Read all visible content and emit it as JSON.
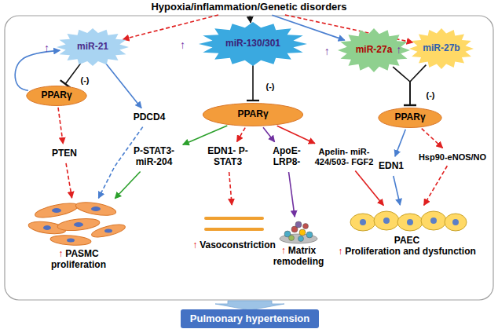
{
  "diagram": {
    "nodes": [
      {
        "text": [
          "Hypoxia/inflammation/Genetic disorders"
        ]
      },
      {
        "text": [
          "↑",
          "miR-21"
        ]
      },
      {
        "text": [
          "↑",
          "miR-130/301"
        ]
      },
      {
        "text": [
          "↑",
          "miR-27a"
        ]
      },
      {
        "text": [
          "↑",
          "miR-27b"
        ]
      },
      {
        "text": [
          "PPARγ"
        ]
      },
      {
        "text": [
          "PDCD4"
        ]
      },
      {
        "text": [
          "PPARγ"
        ]
      },
      {
        "text": [
          "PPARγ"
        ]
      },
      {
        "text": [
          "PTEN"
        ]
      },
      {
        "text": [
          "P-STAT3- miR-204"
        ]
      },
      {
        "text": [
          "EDN1- P-STAT3"
        ]
      },
      {
        "text": [
          "ApoE- LRP8-"
        ]
      },
      {
        "text": [
          "Apelin- miR-424/503- FGF2"
        ]
      },
      {
        "text": [
          "EDN1"
        ]
      },
      {
        "text": [
          "Hsp90-eNOS/NO"
        ]
      },
      {
        "text": [
          "↑",
          "PASMC proliferation"
        ]
      },
      {
        "text": [
          "↑",
          "Vasoconstriction"
        ]
      },
      {
        "text": [
          "↑",
          "Matrix remodeling"
        ]
      },
      {
        "text": [
          "PAEC",
          "↑",
          "Proliferation and dysfunction"
        ]
      },
      {
        "text": [
          "Pulmonary hypertension"
        ]
      }
    ],
    "edges": [
      {
        "from": 0,
        "to": 1,
        "arrow": "to"
      },
      {
        "from": 0,
        "to": 2,
        "arrow": "to"
      },
      {
        "from": 0,
        "to": 3,
        "arrow": "to"
      },
      {
        "from": 0,
        "to": 4,
        "arrow": "to"
      },
      {
        "from": 1,
        "to": 5,
        "label": "(-)",
        "arrow": "to"
      },
      {
        "from": 5,
        "to": 1,
        "arrow": "to"
      },
      {
        "from": 1,
        "to": 6,
        "arrow": "to"
      },
      {
        "from": 5,
        "to": 9,
        "arrow": "to"
      },
      {
        "from": 9,
        "to": 16,
        "arrow": "to"
      },
      {
        "from": 6,
        "to": 16,
        "arrow": "to"
      },
      {
        "from": 2,
        "to": 7,
        "label": "(-)",
        "arrow": "to"
      },
      {
        "from": 7,
        "to": 10,
        "arrow": "to"
      },
      {
        "from": 10,
        "to": 16,
        "arrow": "to"
      },
      {
        "from": 7,
        "to": 11,
        "arrow": "to"
      },
      {
        "from": 11,
        "to": 17,
        "arrow": "to"
      },
      {
        "from": 7,
        "to": 12,
        "arrow": "to"
      },
      {
        "from": 12,
        "to": 18,
        "arrow": "to"
      },
      {
        "from": 7,
        "to": 13,
        "arrow": "to"
      },
      {
        "from": 13,
        "to": 19,
        "arrow": "to"
      },
      {
        "from": 3,
        "to": 8,
        "arrow": "to"
      },
      {
        "from": 4,
        "to": 8,
        "label": "(-)",
        "arrow": "to"
      },
      {
        "from": 8,
        "to": 14,
        "arrow": "to"
      },
      {
        "from": 8,
        "to": 15,
        "arrow": "to"
      },
      {
        "from": 14,
        "to": 19,
        "arrow": "to"
      },
      {
        "from": 15,
        "to": 19,
        "arrow": "to"
      }
    ]
  }
}
